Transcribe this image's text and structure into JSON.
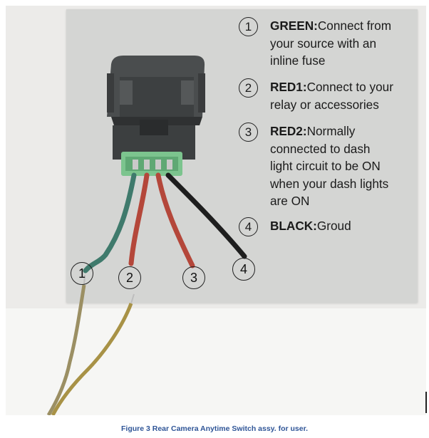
{
  "figure": {
    "caption": "Figure 3   Rear Camera Anytime Switch assy.  for user."
  },
  "instructions": [
    {
      "number": "1",
      "label": "GREEN:",
      "text_lines": [
        "Connect from",
        "your source with an",
        "inline fuse"
      ]
    },
    {
      "number": "2",
      "label": "RED1:",
      "text_lines": [
        "Connect to your",
        "relay or accessories"
      ]
    },
    {
      "number": "3",
      "label": "RED2:",
      "text_lines": [
        "Normally",
        "connected to dash",
        "light circuit to be ON",
        "when your dash lights",
        "are ON"
      ]
    },
    {
      "number": "4",
      "label": "BLACK:",
      "text_lines": [
        "Groud"
      ]
    }
  ],
  "wire_labels": [
    "1",
    "2",
    "3",
    "4"
  ],
  "colors": {
    "green_wire": "#3f7a6c",
    "red_wire": "#b4473a",
    "black_wire": "#1e1e1e",
    "connector": "#7cc48e",
    "switch_body": "#454849",
    "caption": "#2f5597"
  }
}
